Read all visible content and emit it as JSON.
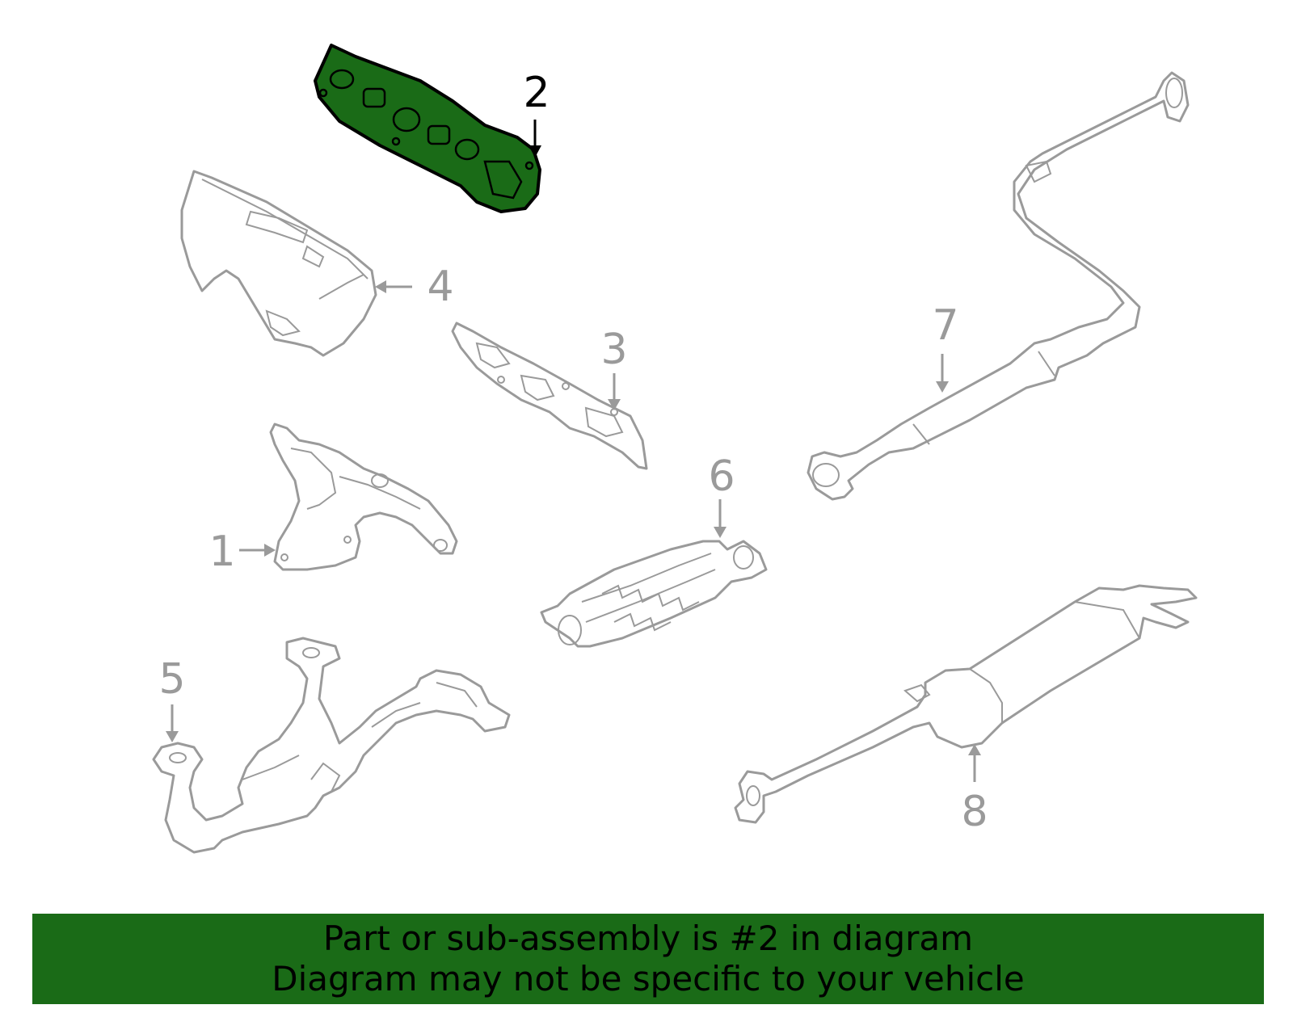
{
  "diagram": {
    "highlight_color": "#1a6b17",
    "callouts": {
      "c1": "1",
      "c2": "2",
      "c3": "3",
      "c4": "4",
      "c5": "5",
      "c6": "6",
      "c7": "7",
      "c8": "8"
    },
    "highlighted_part": "2"
  },
  "banner": {
    "line1": "Part or sub-assembly is #2 in diagram",
    "line2": "Diagram may not be specific to your vehicle",
    "background": "#1a6b17"
  }
}
